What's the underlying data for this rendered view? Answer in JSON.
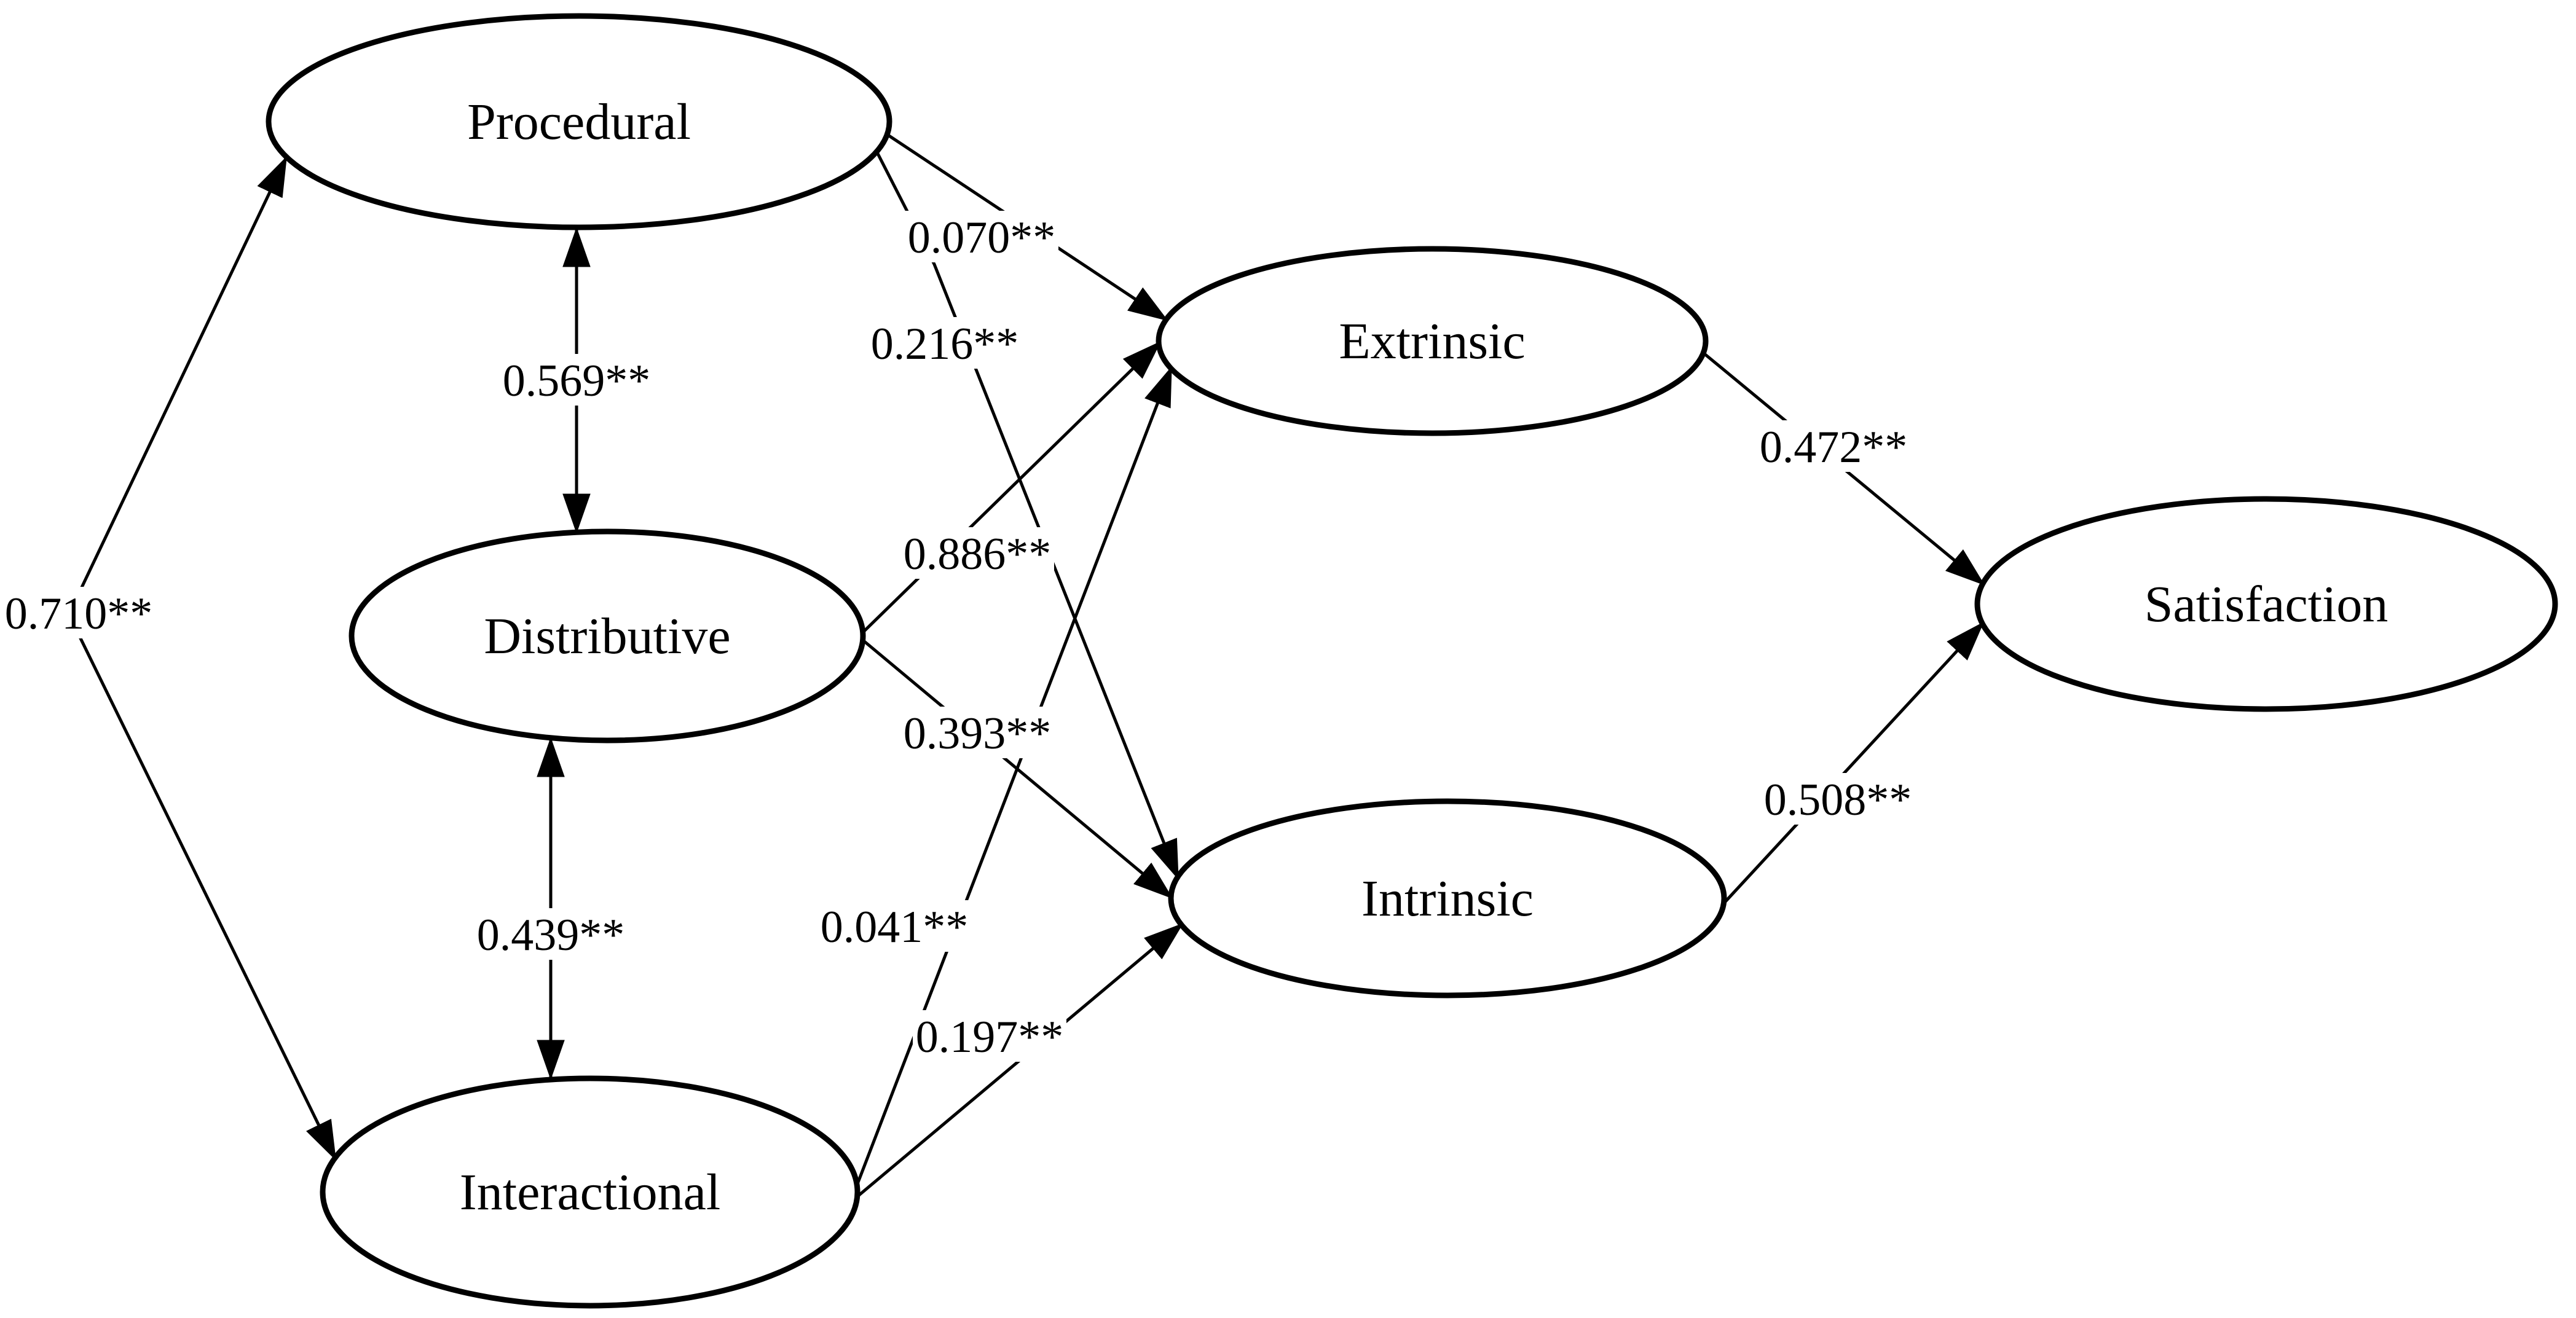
{
  "diagram": {
    "kind": "structural-equation-path-model",
    "colors": {
      "line": "#000000",
      "text": "#000000",
      "background": "#ffffff",
      "node_fill": "#ffffff"
    },
    "nodes": [
      {
        "id": "procedural",
        "label": "Procedural"
      },
      {
        "id": "distributive",
        "label": "Distributive"
      },
      {
        "id": "interactional",
        "label": "Interactional"
      },
      {
        "id": "extrinsic",
        "label": "Extrinsic"
      },
      {
        "id": "intrinsic",
        "label": "Intrinsic"
      },
      {
        "id": "satisfaction",
        "label": "Satisfaction"
      }
    ],
    "edges": [
      {
        "from": "procedural",
        "to": "extrinsic",
        "type": "directed",
        "label": "0.070**"
      },
      {
        "from": "procedural",
        "to": "intrinsic",
        "type": "directed",
        "label": "0.216**"
      },
      {
        "from": "distributive",
        "to": "extrinsic",
        "type": "directed",
        "label": "0.886**"
      },
      {
        "from": "distributive",
        "to": "intrinsic",
        "type": "directed",
        "label": "0.393**"
      },
      {
        "from": "interactional",
        "to": "extrinsic",
        "type": "directed",
        "label": "0.041**"
      },
      {
        "from": "interactional",
        "to": "intrinsic",
        "type": "directed",
        "label": "0.197**"
      },
      {
        "from": "extrinsic",
        "to": "satisfaction",
        "type": "directed",
        "label": "0.472**"
      },
      {
        "from": "intrinsic",
        "to": "satisfaction",
        "type": "directed",
        "label": "0.508**"
      },
      {
        "from": "procedural",
        "to": "distributive",
        "type": "correlation",
        "label": "0.569**"
      },
      {
        "from": "distributive",
        "to": "interactional",
        "type": "correlation",
        "label": "0.439**"
      },
      {
        "from": "procedural",
        "to": "interactional",
        "type": "correlation",
        "label": "0.710**"
      }
    ]
  }
}
